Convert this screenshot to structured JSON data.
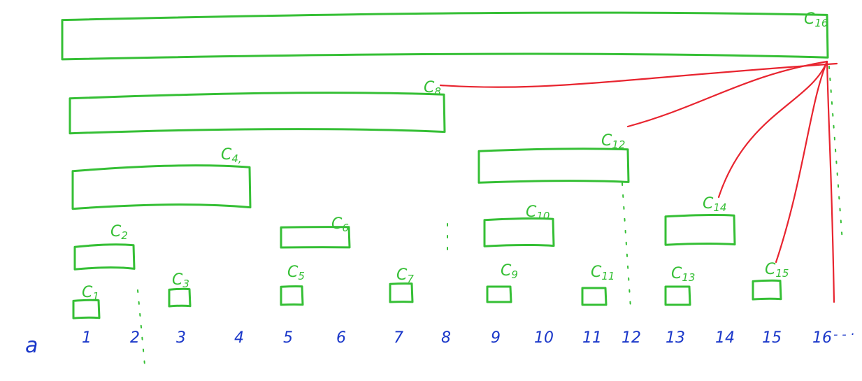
{
  "colors": {
    "node": "#35bf35",
    "link": "#e8242f",
    "index": "#1a37c9",
    "background": "#ffffff"
  },
  "index_row": {
    "array_label": "a",
    "indices": [
      "1",
      "2",
      "3",
      "4",
      "5",
      "6",
      "7",
      "8",
      "9",
      "10",
      "11",
      "12",
      "13",
      "14",
      "15",
      "16"
    ],
    "trailing": "- - ·"
  },
  "nodes": [
    {
      "label": "C1",
      "start": 1,
      "end": 1
    },
    {
      "label": "C2",
      "start": 1,
      "end": 2
    },
    {
      "label": "C3",
      "start": 3,
      "end": 3
    },
    {
      "label": "C4,",
      "start": 1,
      "end": 4
    },
    {
      "label": "C5",
      "start": 5,
      "end": 5
    },
    {
      "label": "C6",
      "start": 5,
      "end": 6
    },
    {
      "label": "C7",
      "start": 7,
      "end": 7
    },
    {
      "label": "C8",
      "start": 1,
      "end": 8
    },
    {
      "label": "C9",
      "start": 9,
      "end": 9
    },
    {
      "label": "C10",
      "start": 9,
      "end": 10
    },
    {
      "label": "C11",
      "start": 11,
      "end": 11
    },
    {
      "label": "C12",
      "start": 9,
      "end": 12
    },
    {
      "label": "C13",
      "start": 13,
      "end": 13
    },
    {
      "label": "C14",
      "start": 13,
      "end": 14
    },
    {
      "label": "C15",
      "start": 15,
      "end": 15
    },
    {
      "label": "C16",
      "start": 1,
      "end": 16
    }
  ],
  "links": [
    {
      "from": "C8",
      "to": "C16"
    },
    {
      "from": "C12",
      "to": "C16"
    },
    {
      "from": "C14",
      "to": "C16"
    },
    {
      "from": "C15",
      "to": "C16"
    },
    {
      "from": "a16",
      "to": "C16"
    }
  ]
}
